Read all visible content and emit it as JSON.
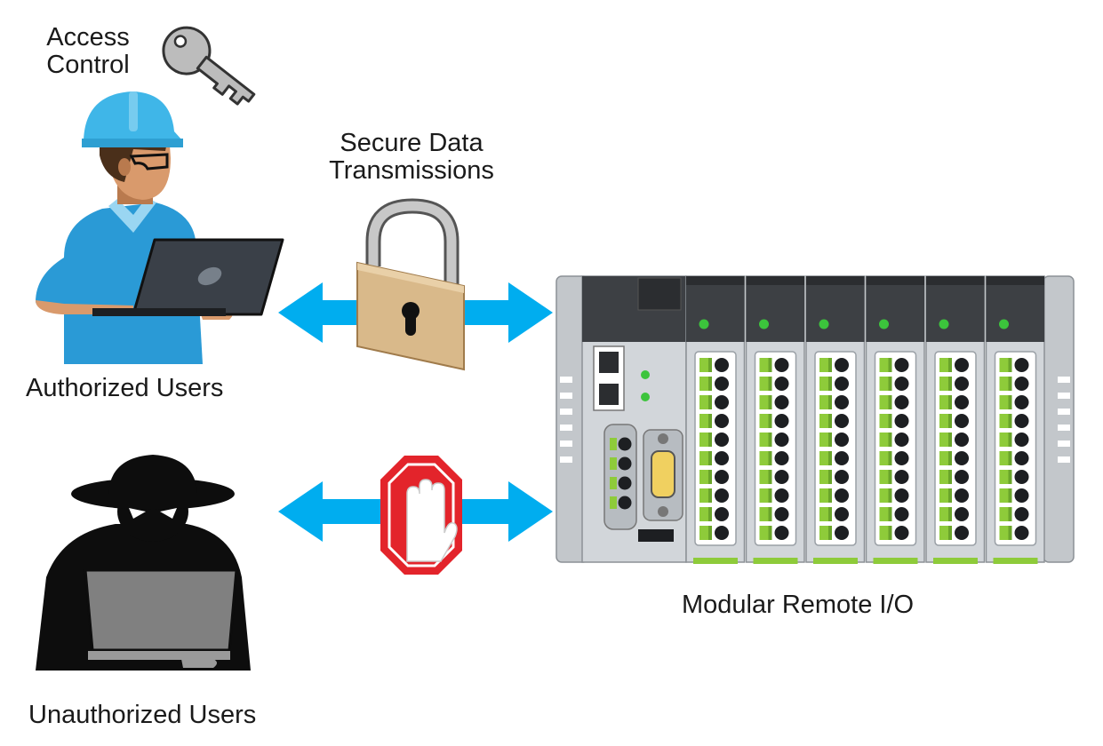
{
  "labels": {
    "access_control_line1": "Access",
    "access_control_line2": "Control",
    "secure_line1": "Secure Data",
    "secure_line2": "Transmissions",
    "authorized_users": "Authorized Users",
    "unauthorized_users": "Unauthorized Users",
    "modular_remote_io": "Modular Remote I/O"
  },
  "icons": {
    "key": "key-icon",
    "padlock": "padlock-icon",
    "stop": "stop-hand-icon",
    "authorized_user": "engineer-with-laptop-icon",
    "unauthorized_user": "hacker-with-laptop-icon",
    "device": "modular-remote-io-device"
  },
  "colors": {
    "arrow": "#00adef",
    "helmet": "#3fb6e8",
    "shirt": "#2a9ad6",
    "skin": "#d99a6c",
    "stop_red": "#e3242b",
    "lock_body": "#d9b98a",
    "led_green": "#3cc43c",
    "terminal_green": "#8ecb3a",
    "device_gray": "#c8ccd0",
    "hacker": "#0d0d0d"
  },
  "device": {
    "io_module_count": 6
  }
}
